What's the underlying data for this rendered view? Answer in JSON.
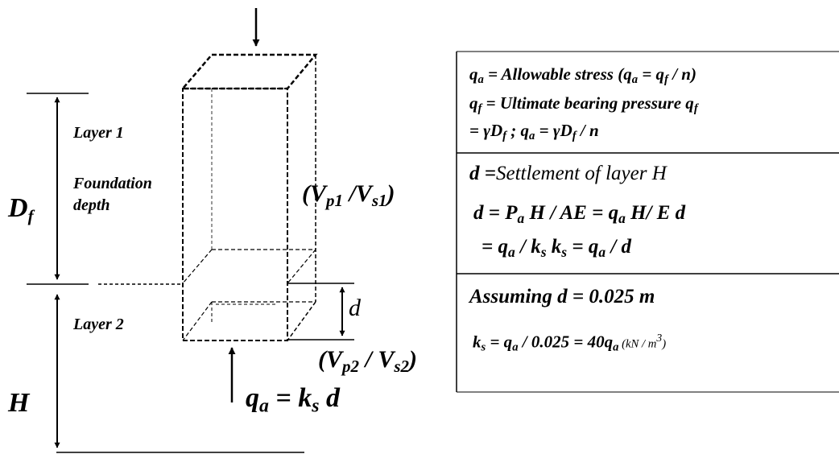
{
  "diagram": {
    "layer1": "Layer 1",
    "layer2": "Layer 2",
    "foundation_label": "Foundation\ndepth",
    "df": {
      "main": "D",
      "sub": "f"
    },
    "h": "H",
    "d": "d",
    "v1": {
      "open": "(V",
      "p": "p1",
      "slash": " /V",
      "s": "s1",
      "close": ")"
    },
    "v2": {
      "open": "(V",
      "p": "p2",
      "slash": " / V",
      "s": "s2",
      "close": ")"
    },
    "qa_eq": {
      "q": "q",
      "a": "a",
      "mid": " = k",
      "s": "s",
      "end": " d"
    }
  },
  "boxes": {
    "b1": {
      "l1": [
        "q",
        "a",
        " = Allowable stress (q",
        "a",
        " = q",
        "f",
        " / n)"
      ],
      "l2": [
        "q",
        "f",
        " = Ultimate bearing pressure q",
        "f"
      ],
      "l3": [
        "= γD",
        "f",
        " ;  q",
        "a",
        " = γD",
        "f",
        " / n"
      ]
    },
    "b2": {
      "l1": [
        "d",
        " =",
        "Settlement of layer H"
      ],
      "l2": [
        "d = P",
        "a",
        " H / AE = q",
        "a",
        " H/ E d"
      ],
      "l3": [
        "= q",
        "a",
        " / k",
        "s",
        " k",
        "s",
        " = q",
        "a",
        " / d"
      ]
    },
    "b3": {
      "l1": "Assuming d = 0.025 m",
      "l2": [
        "k",
        "s",
        " = q",
        "a",
        " / 0.025 = 40q",
        "a",
        "  (kN / m",
        "3",
        ")"
      ]
    }
  }
}
